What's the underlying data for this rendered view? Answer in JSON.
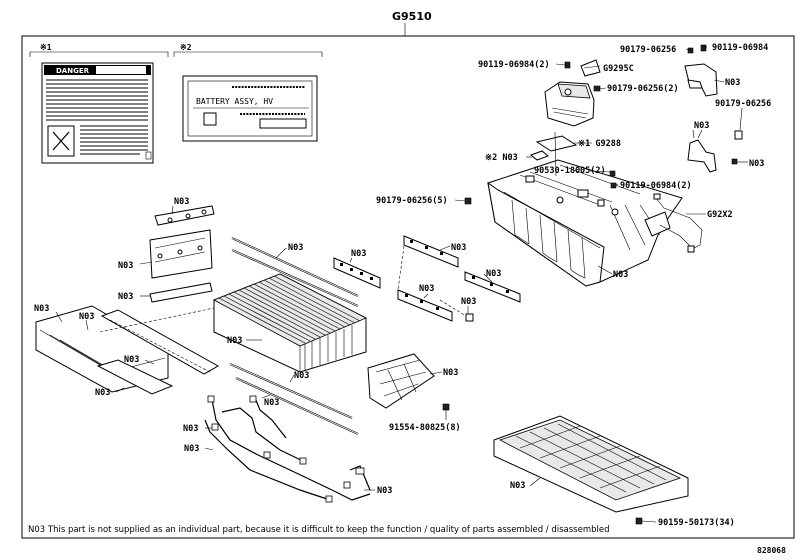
{
  "diagram": {
    "title": "G9510",
    "note": "N03 This part is not supplied as an individual part, because it is difficult to keep the function / quality of parts assembled / disassembled",
    "ref_code": "828068",
    "label1": {
      "marker": "※1",
      "warning_heading": "DANGER"
    },
    "label2": {
      "marker": "※2",
      "text": "BATTERY ASSY, HV"
    },
    "callouts": {
      "c9011906984_2": "90119-06984(2)",
      "g9295c": "G9295C",
      "c9017906256_a": "90179-06256",
      "c9011906984_top": "90119-06984",
      "n03_bracket": "N03",
      "c9017906256_2": "90179-06256(2)",
      "c9017906256_right": "90179-06256",
      "g9288": "※1 G9288",
      "n03_label2": "※2 N03",
      "n03_wire": "N03",
      "n03_wire_bolt": "N03",
      "c9053018005_2": "90530-18005(2)",
      "c9011906984_2b": "90119-06984(2)",
      "c9017906256_5": "90179-06256(5)",
      "g92x2": "G92X2",
      "n03_tray": "N03",
      "n03_top_plate": "N03",
      "n03_left_plate": "N03",
      "n03_rod_top": "N03",
      "n03_bar_mid1": "N03",
      "n03_bar_mid2": "N03",
      "n03_small_plate": "N03",
      "n03_bar_lower1": "N03",
      "n03_bar_lower2": "N03",
      "n03_nut": "N03",
      "n03_end_plate": "N03",
      "n03_bolt_left": "N03",
      "n03_modules": "N03",
      "n03_busbar": "N03",
      "n03_end_cover": "N03",
      "n03_rod_lower": "N03",
      "n03_bracket_lower": "N03",
      "n03_harness": "N03",
      "n03_harness_lower": "N03",
      "n03_harness_right": "N03",
      "c9155480825_8": "91554-80825(8)",
      "n03_bottom_tray": "N03",
      "c9015950173_34": "90159-50173(34)"
    }
  }
}
